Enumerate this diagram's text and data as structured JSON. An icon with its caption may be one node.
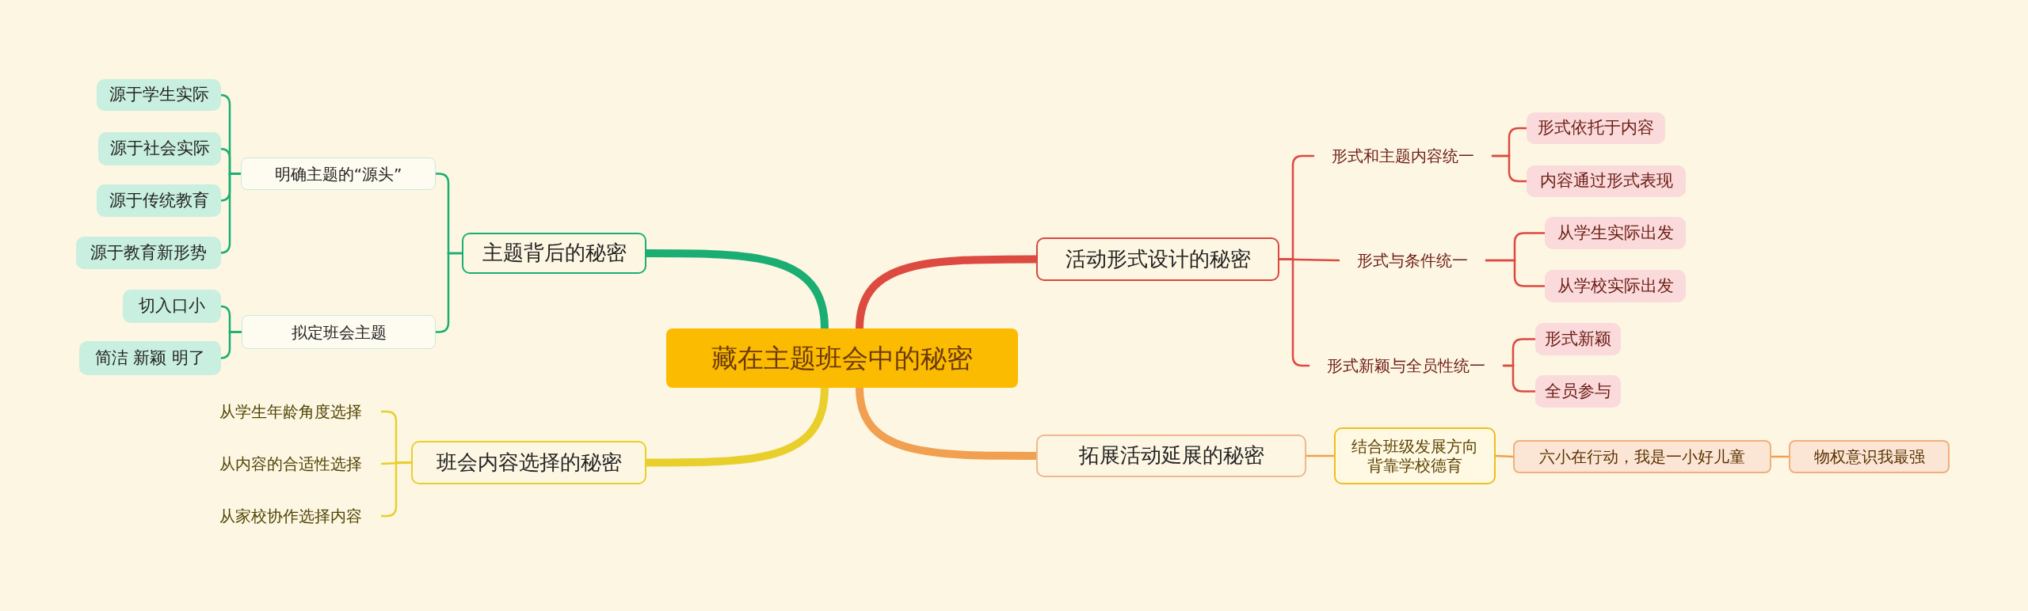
{
  "diagram": {
    "nodes": [
      {
        "text": [
          "藏在主题班会中的秘密"
        ]
      },
      {
        "text": [
          "主题背后的秘密"
        ]
      },
      {
        "text": [
          "明确主题的“源头”"
        ]
      },
      {
        "text": [
          "源于学生实际"
        ]
      },
      {
        "text": [
          "源于社会实际"
        ]
      },
      {
        "text": [
          "源于传统教育"
        ]
      },
      {
        "text": [
          "源于教育新形势"
        ]
      },
      {
        "text": [
          "拟定班会主题"
        ]
      },
      {
        "text": [
          "切入口小"
        ]
      },
      {
        "text": [
          "简洁 新颖 明了"
        ]
      },
      {
        "text": [
          "班会内容选择的秘密"
        ]
      },
      {
        "text": [
          "从学生年龄角度选择"
        ]
      },
      {
        "text": [
          "从内容的合适性选择"
        ]
      },
      {
        "text": [
          "从家校协作选择内容"
        ]
      },
      {
        "text": [
          "活动形式设计的秘密"
        ]
      },
      {
        "text": [
          "形式和主题内容统一"
        ]
      },
      {
        "text": [
          "形式依托于内容"
        ]
      },
      {
        "text": [
          "内容通过形式表现"
        ]
      },
      {
        "text": [
          "形式与条件统一"
        ]
      },
      {
        "text": [
          "从学生实际出发"
        ]
      },
      {
        "text": [
          "从学校实际出发"
        ]
      },
      {
        "text": [
          "形式新颖与全员性统一"
        ]
      },
      {
        "text": [
          "形式新颖"
        ]
      },
      {
        "text": [
          "全员参与"
        ]
      },
      {
        "text": [
          "拓展活动延展的秘密"
        ]
      },
      {
        "text": [
          "结合班级发展方向背靠学校德育"
        ]
      },
      {
        "text": [
          "六小在行动，我是一小好儿童"
        ]
      },
      {
        "text": [
          "物权意识我最强"
        ]
      }
    ],
    "edges": [
      {
        "from": 0,
        "to": 1,
        "arrow": "none",
        "style": "thick",
        "color": "#1aae72"
      },
      {
        "from": 1,
        "to": 2,
        "arrow": "none",
        "color": "#1aae72"
      },
      {
        "from": 2,
        "to": 3,
        "arrow": "none",
        "color": "#1aae72"
      },
      {
        "from": 2,
        "to": 4,
        "arrow": "none",
        "color": "#1aae72"
      },
      {
        "from": 2,
        "to": 5,
        "arrow": "none",
        "color": "#1aae72"
      },
      {
        "from": 2,
        "to": 6,
        "arrow": "none",
        "color": "#1aae72"
      },
      {
        "from": 1,
        "to": 7,
        "arrow": "none",
        "color": "#1aae72"
      },
      {
        "from": 7,
        "to": 8,
        "arrow": "none",
        "color": "#1aae72"
      },
      {
        "from": 7,
        "to": 9,
        "arrow": "none",
        "color": "#1aae72"
      },
      {
        "from": 0,
        "to": 10,
        "arrow": "none",
        "style": "thick",
        "color": "#e8cf2c"
      },
      {
        "from": 10,
        "to": 11,
        "arrow": "none",
        "color": "#e8cf2c"
      },
      {
        "from": 10,
        "to": 12,
        "arrow": "none",
        "color": "#e8cf2c"
      },
      {
        "from": 10,
        "to": 13,
        "arrow": "none",
        "color": "#e8cf2c"
      },
      {
        "from": 0,
        "to": 14,
        "arrow": "none",
        "style": "thick"
      },
      {
        "from": 14,
        "to": 15,
        "arrow": "none"
      },
      {
        "from": 15,
        "to": 16,
        "arrow": "none"
      },
      {
        "from": 15,
        "to": 17,
        "arrow": "none"
      },
      {
        "from": 14,
        "to": 18,
        "arrow": "none"
      },
      {
        "from": 18,
        "to": 19,
        "arrow": "none"
      },
      {
        "from": 18,
        "to": 20,
        "arrow": "none"
      },
      {
        "from": 14,
        "to": 21,
        "arrow": "none"
      },
      {
        "from": 21,
        "to": 22,
        "arrow": "none"
      },
      {
        "from": 21,
        "to": 23,
        "arrow": "none"
      },
      {
        "from": 0,
        "to": 24,
        "arrow": "none",
        "style": "thick",
        "color": "#f0a050"
      },
      {
        "from": 24,
        "to": 25,
        "arrow": "none",
        "color": "#f0a050"
      },
      {
        "from": 25,
        "to": 26,
        "arrow": "none",
        "color": "#f0a050"
      },
      {
        "from": 26,
        "to": 27,
        "arrow": "none",
        "color": "#f0a050"
      }
    ]
  }
}
